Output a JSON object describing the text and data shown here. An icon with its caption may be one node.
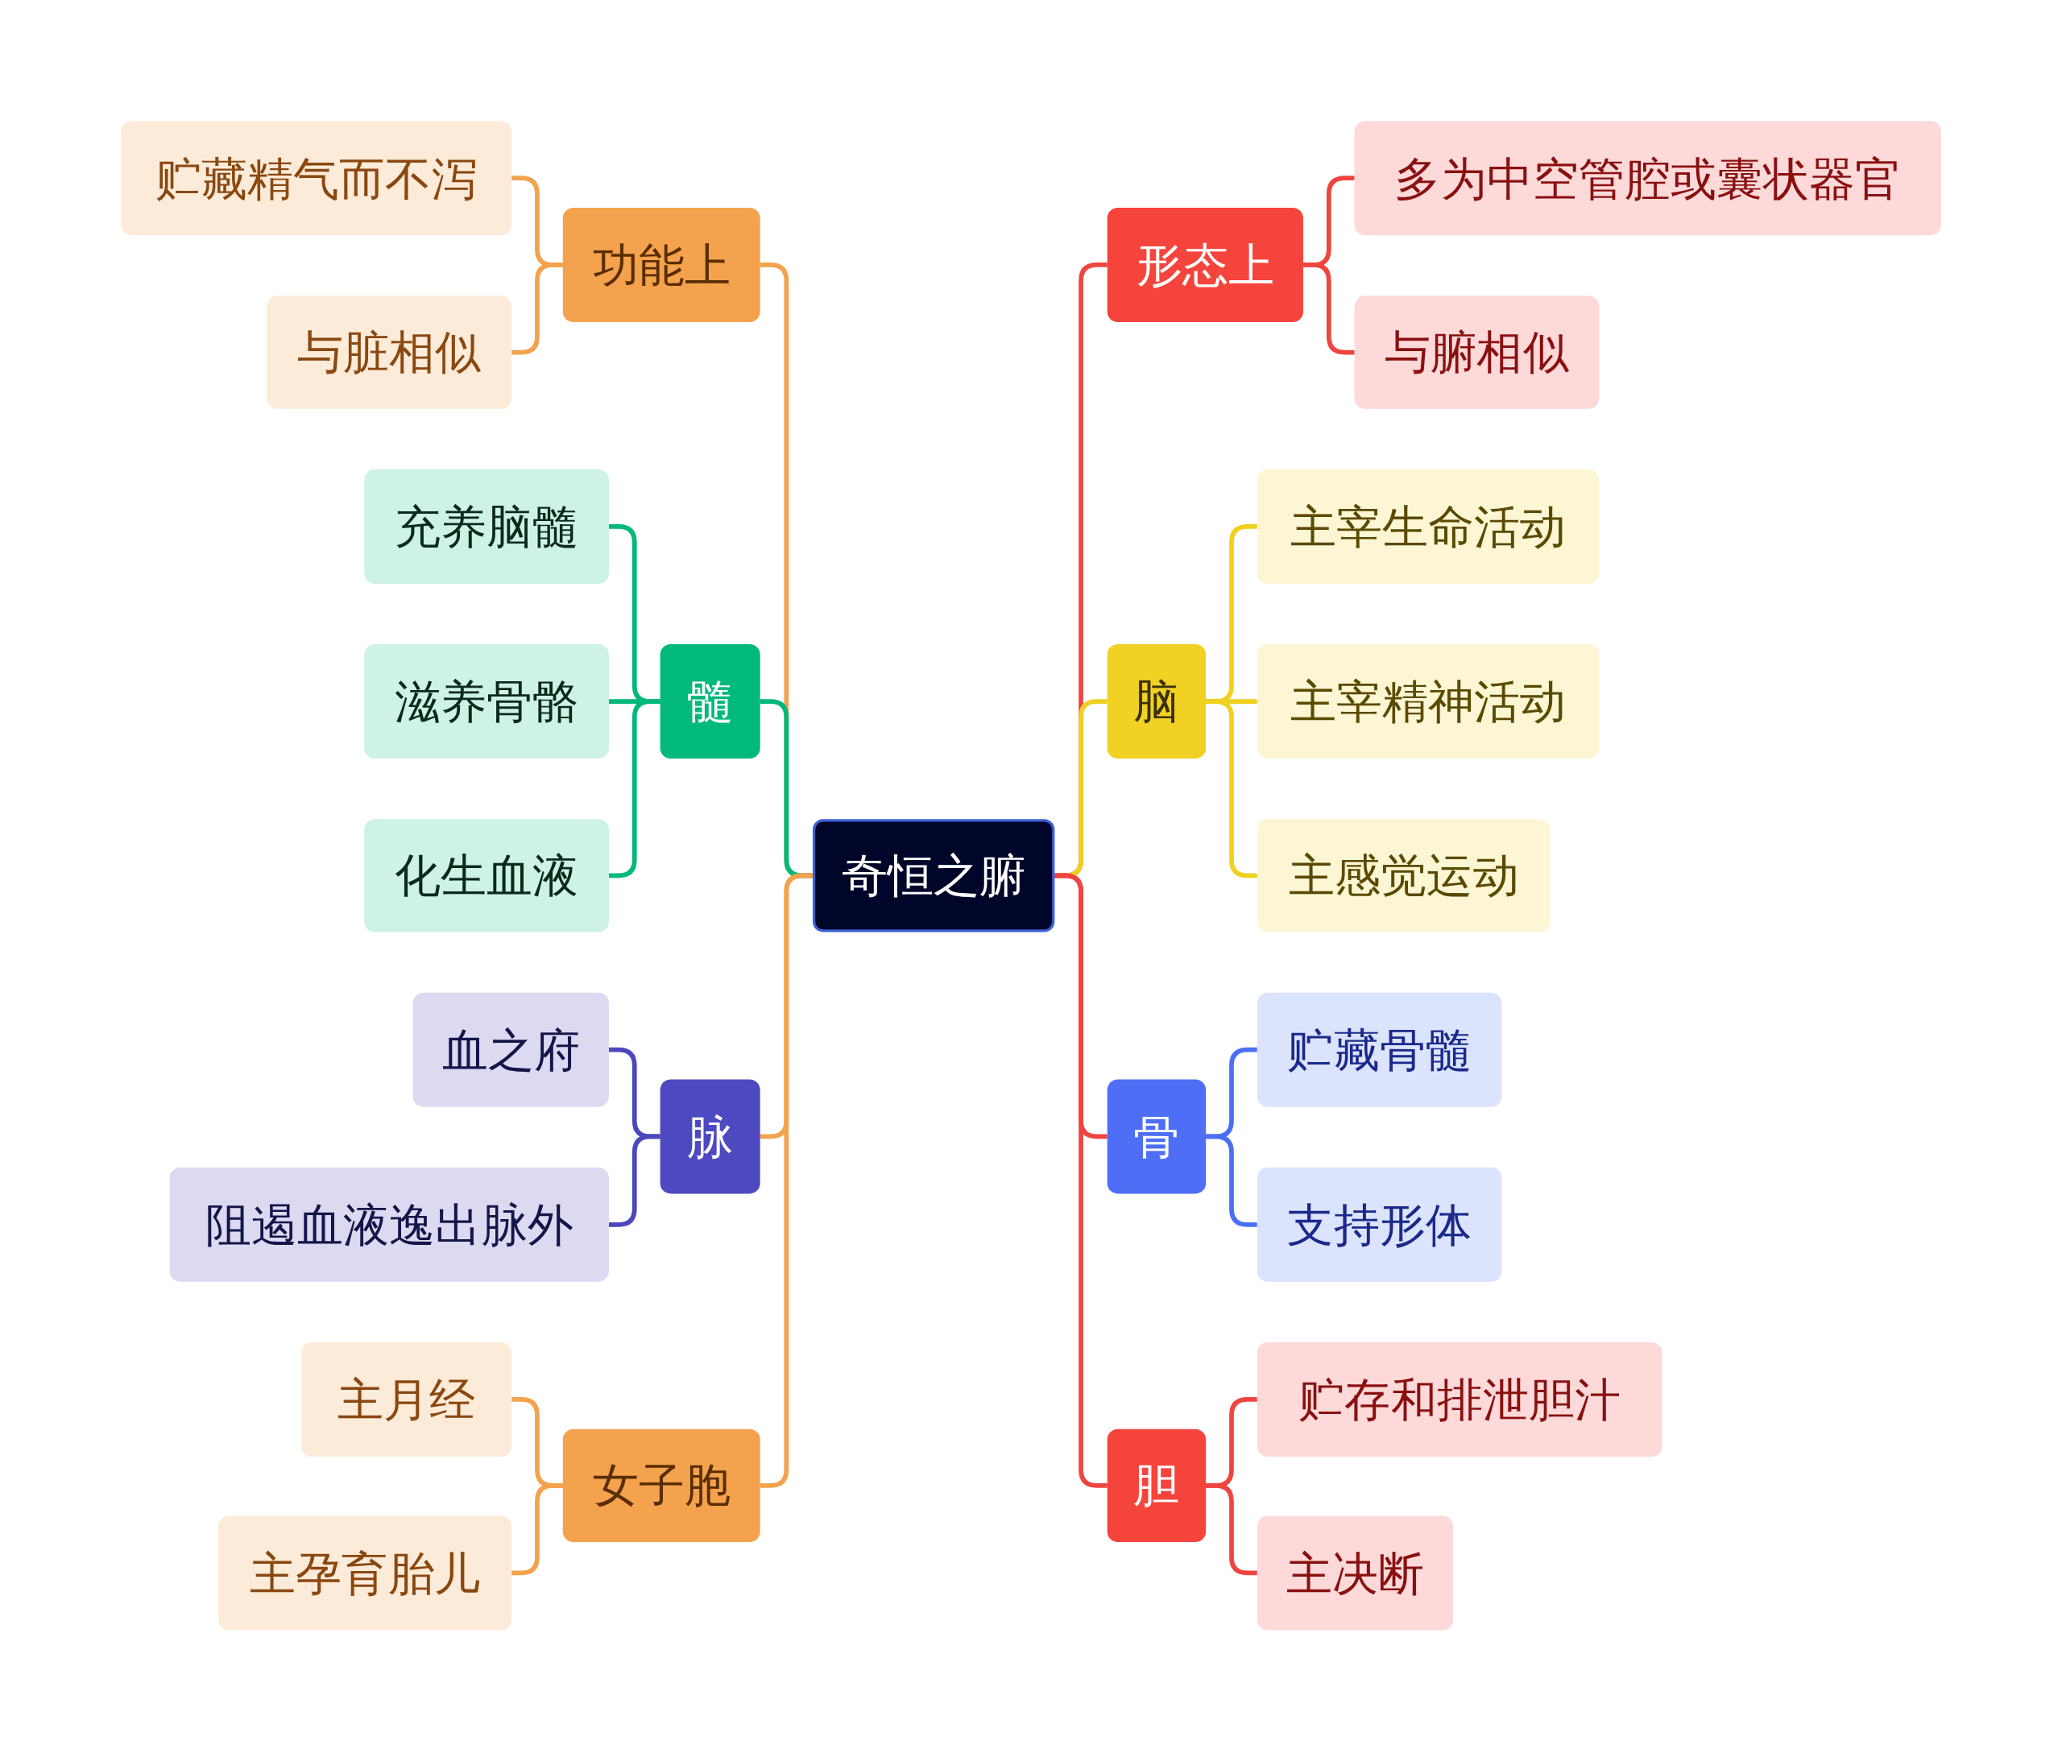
{
  "diagram": {
    "nodes": [
      {
        "text": [
          "奇恒之腑"
        ]
      },
      {
        "text": [
          "功能上"
        ]
      },
      {
        "text": [
          "贮藏精气而不泻"
        ]
      },
      {
        "text": [
          "与脏相似"
        ]
      },
      {
        "text": [
          "髓"
        ]
      },
      {
        "text": [
          "充养脑髓"
        ]
      },
      {
        "text": [
          "滋养骨骼"
        ]
      },
      {
        "text": [
          "化生血液"
        ]
      },
      {
        "text": [
          "脉"
        ]
      },
      {
        "text": [
          "血之府"
        ]
      },
      {
        "text": [
          "阻遏血液逸出脉外"
        ]
      },
      {
        "text": [
          "女子胞"
        ]
      },
      {
        "text": [
          "主月经"
        ]
      },
      {
        "text": [
          "主孕育胎儿"
        ]
      },
      {
        "text": [
          "形态上"
        ]
      },
      {
        "text": [
          "多为中空管腔或囊状器官"
        ]
      },
      {
        "text": [
          "与腑相似"
        ]
      },
      {
        "text": [
          "脑"
        ]
      },
      {
        "text": [
          "主宰生命活动"
        ]
      },
      {
        "text": [
          "主宰精神活动"
        ]
      },
      {
        "text": [
          "主感觉运动"
        ]
      },
      {
        "text": [
          "骨"
        ]
      },
      {
        "text": [
          "贮藏骨髓"
        ]
      },
      {
        "text": [
          "支持形体"
        ]
      },
      {
        "text": [
          "胆"
        ]
      },
      {
        "text": [
          "贮存和排泄胆汁"
        ]
      },
      {
        "text": [
          "主决断"
        ]
      }
    ],
    "edges": [
      {
        "from": 0,
        "to": 1,
        "arrow": "none",
        "color": "#f3a24e"
      },
      {
        "from": 1,
        "to": 2,
        "arrow": "none",
        "color": "#f3a24e"
      },
      {
        "from": 1,
        "to": 3,
        "arrow": "none",
        "color": "#f3a24e"
      },
      {
        "from": 0,
        "to": 4,
        "arrow": "none",
        "color": "#00b87a"
      },
      {
        "from": 4,
        "to": 5,
        "arrow": "none",
        "color": "#00b87a"
      },
      {
        "from": 4,
        "to": 6,
        "arrow": "none",
        "color": "#00b87a"
      },
      {
        "from": 4,
        "to": 7,
        "arrow": "none",
        "color": "#00b87a"
      },
      {
        "from": 0,
        "to": 8,
        "arrow": "none",
        "color": "#f3a24e"
      },
      {
        "from": 8,
        "to": 9,
        "arrow": "none",
        "color": "#4c47bd"
      },
      {
        "from": 8,
        "to": 10,
        "arrow": "none",
        "color": "#4c47bd"
      },
      {
        "from": 0,
        "to": 11,
        "arrow": "none",
        "color": "#f3a24e"
      },
      {
        "from": 11,
        "to": 12,
        "arrow": "none",
        "color": "#f3a24e"
      },
      {
        "from": 11,
        "to": 13,
        "arrow": "none",
        "color": "#f3a24e"
      },
      {
        "from": 0,
        "to": 14,
        "arrow": "none",
        "color": "#ef4540"
      },
      {
        "from": 14,
        "to": 15,
        "arrow": "none",
        "color": "#ef4540"
      },
      {
        "from": 14,
        "to": 16,
        "arrow": "none",
        "color": "#ef4540"
      },
      {
        "from": 0,
        "to": 17,
        "arrow": "none",
        "color": "#f0d020"
      },
      {
        "from": 17,
        "to": 18,
        "arrow": "none",
        "color": "#f0d020"
      },
      {
        "from": 17,
        "to": 19,
        "arrow": "none",
        "color": "#f0d020"
      },
      {
        "from": 17,
        "to": 20,
        "arrow": "none",
        "color": "#f0d020"
      },
      {
        "from": 0,
        "to": 21,
        "arrow": "none",
        "color": "#ef4540"
      },
      {
        "from": 21,
        "to": 22,
        "arrow": "none",
        "color": "#4b6ff4"
      },
      {
        "from": 21,
        "to": 23,
        "arrow": "none",
        "color": "#4b6ff4"
      },
      {
        "from": 0,
        "to": 24,
        "arrow": "none",
        "color": "#ef4540"
      },
      {
        "from": 24,
        "to": 25,
        "arrow": "none",
        "color": "#ef4540"
      },
      {
        "from": 24,
        "to": 26,
        "arrow": "none",
        "color": "#ef4540"
      }
    ]
  }
}
